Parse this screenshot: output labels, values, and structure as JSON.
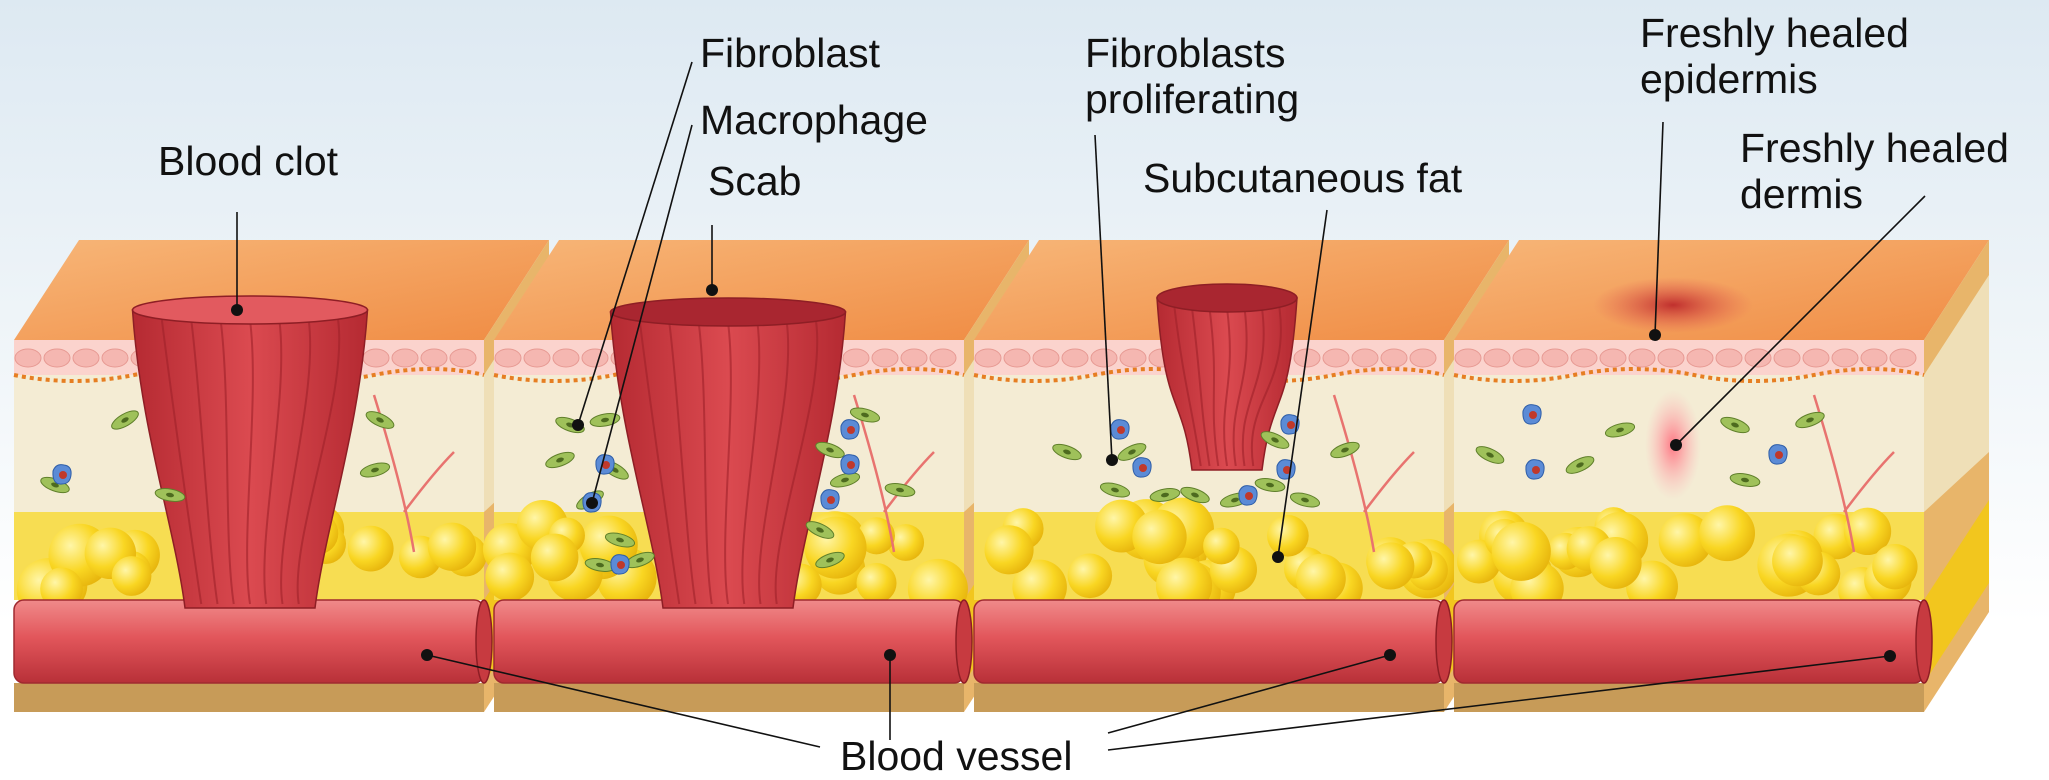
{
  "labels": {
    "blood_clot": "Blood clot",
    "fibroblast": "Fibroblast",
    "macrophage": "Macrophage",
    "scab": "Scab",
    "fibroblasts_proliferating": [
      "Fibroblasts",
      "proliferating"
    ],
    "subcutaneous_fat": "Subcutaneous fat",
    "freshly_healed_epidermis": [
      "Freshly healed",
      "epidermis"
    ],
    "freshly_healed_dermis": [
      "Freshly healed",
      "dermis"
    ],
    "blood_vessel": "Blood vessel"
  },
  "colors": {
    "skin_top": "#f4a25a",
    "epidermis": "#f3c4c0",
    "dermis": "#f4ecd4",
    "fat": "#f7d21f",
    "vessel": "#e0555a",
    "base": "#c79b58",
    "clot": "#c8353c",
    "fibroblast_cell": "#9fc15a",
    "macrophage_cell": "#5b8bd6"
  }
}
